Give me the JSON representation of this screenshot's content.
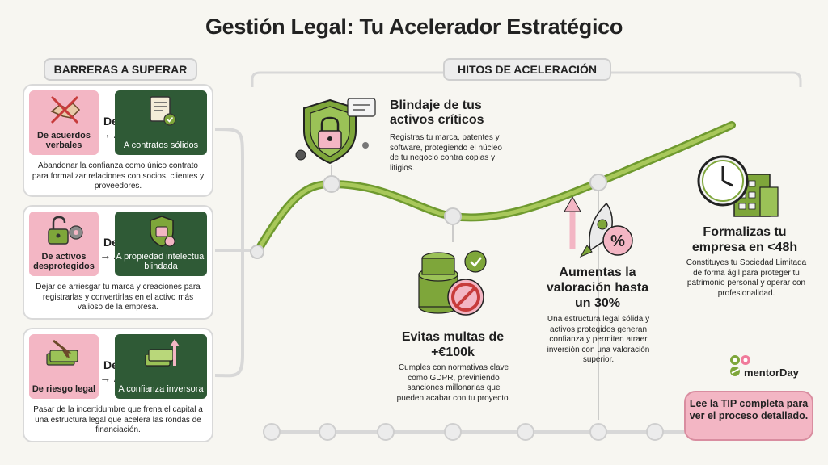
{
  "title": "Gestión Legal: Tu Acelerador Estratégico",
  "barriers": {
    "heading": "BARRERAS A SUPERAR",
    "from_word": "De",
    "to_word": "A",
    "cards": [
      {
        "from": "De acuerdos verbales",
        "to": "A contratos sólidos",
        "description": "Abandonar la confianza como único contrato para formalizar relaciones con socios, clientes y proveedores.",
        "from_icon": "handshake-crossed-icon",
        "to_icon": "contract-document-icon"
      },
      {
        "from": "De activos desprotegidos",
        "to": "A propiedad intelectual blindada",
        "description": "Dejar de arriesgar tu marca y creaciones para registrarlas y convertirlas en el activo más valioso de la empresa.",
        "from_icon": "open-padlock-icon",
        "to_icon": "shield-check-icon"
      },
      {
        "from": "De riesgo legal",
        "to": "A confianza inversora",
        "description": "Pasar de la incertidumbre que frena el capital a una estructura legal que acelera las rondas de financiación.",
        "from_icon": "money-down-arrow-icon",
        "to_icon": "money-up-arrow-icon"
      }
    ]
  },
  "milestones": {
    "heading": "HITOS DE ACELERACIÓN",
    "items": [
      {
        "title": "Blindaje de tus activos críticos",
        "description": "Registras tu marca, patentes y software, protegiendo el núcleo de tu negocio contra copias y litigios.",
        "icon": "shield-padlock-icon"
      },
      {
        "title": "Evitas multas de +€100k",
        "description": "Cumples con normativas clave como GDPR, previniendo sanciones millonarias que pueden acabar con tu proyecto.",
        "icon": "coins-no-icon"
      },
      {
        "title": "Aumentas la valoración hasta un 30%",
        "description": "Una estructura legal sólida y activos protegidos generan confianza y permiten atraer inversión con una valoración superior.",
        "icon": "rocket-percent-icon"
      },
      {
        "title": "Formalizas tu empresa en <48h",
        "description": "Constituyes tu Sociedad Limitada de forma ágil para proteger tu patrimonio personal y operar con profesionalidad.",
        "icon": "clock-building-icon"
      }
    ]
  },
  "brand": {
    "name": "mentorDay",
    "accent": "#7ea63a",
    "dark_green": "#2f5a36",
    "pink": "#f3b6c4"
  },
  "tip": {
    "text": "Lee la TIP completa para ver el proceso detallado."
  }
}
